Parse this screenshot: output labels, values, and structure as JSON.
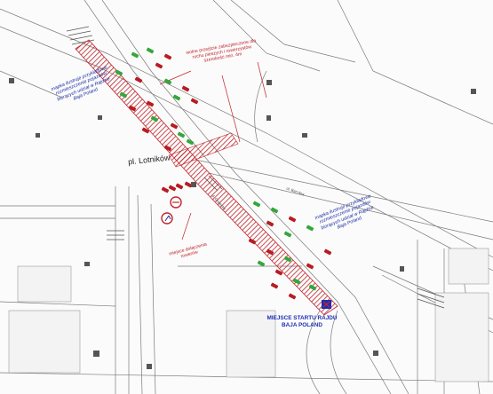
{
  "map": {
    "square_label": "pl. Lotników",
    "street_label_1": "ul. Ban Ikra",
    "street_label_2": "ul. Grojecka",
    "note_top": "wolne przejście zabezpieczone dla ruchu pieszych i rowerzystów szerokość min. 4m",
    "note_left_mid": "miejsce dołączenia rowerów",
    "note_blue_left": "mapka ilustruje przykładowe rozmieszczenie pojazdów biorących udział w Rajdzie Baja Poland",
    "note_blue_right": "mapka ilustruje przykładowe rozmieszczenie pojazdów biorących udział w Rajdzie Baja Poland",
    "start_label": "MIEJSCE STARTU RAJDU BAJA POLAND"
  },
  "colors": {
    "route": "#c0242b",
    "car_red": "#b81c22",
    "car_green": "#33a83a",
    "start_marker": "#1b2fb5",
    "roads": "#6b6b6b"
  }
}
